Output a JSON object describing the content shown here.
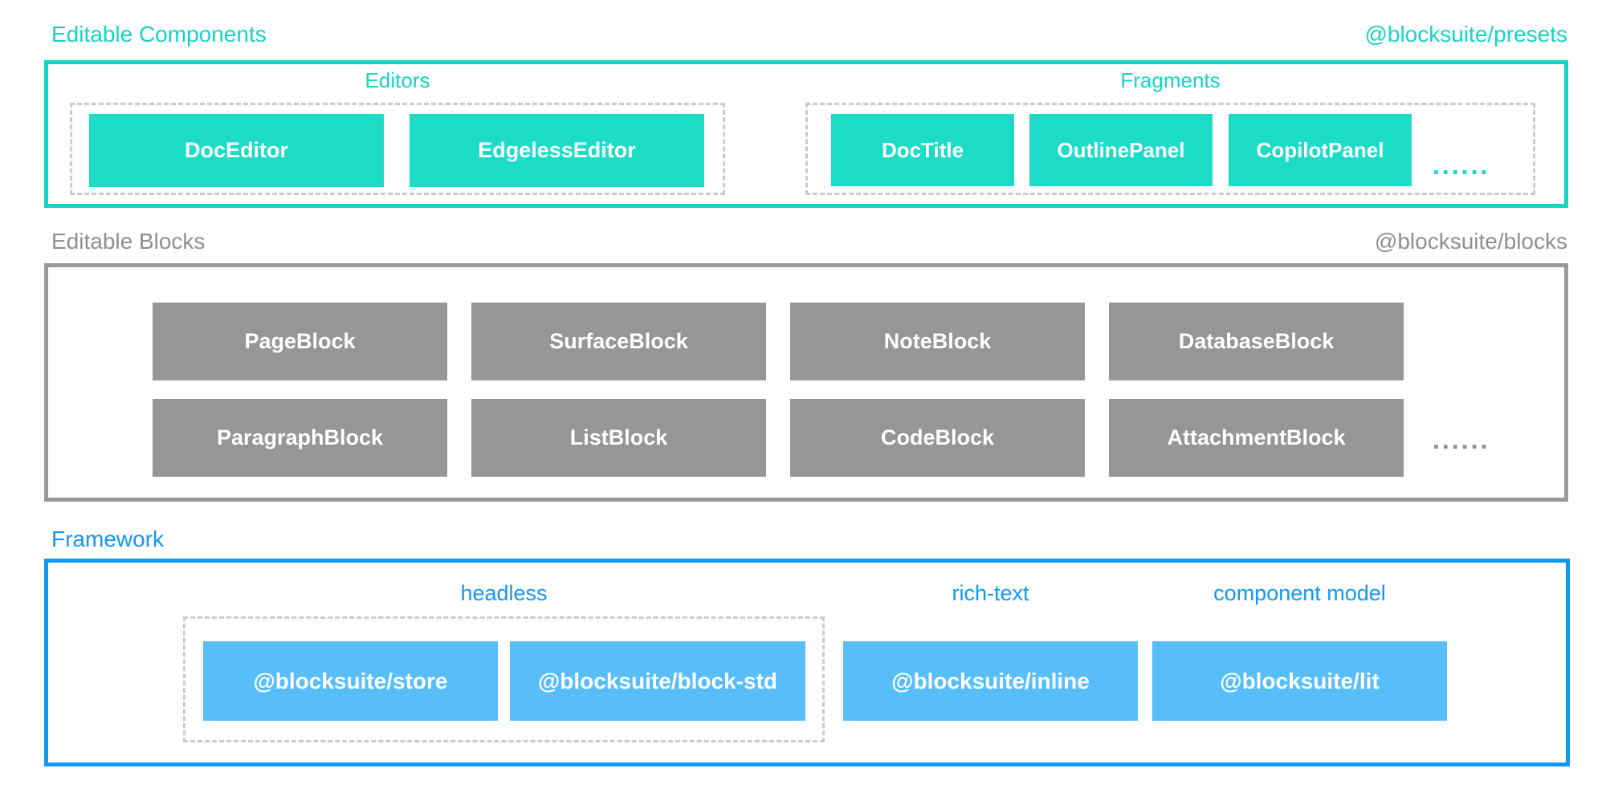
{
  "diagram": {
    "components": {
      "title": "Editable Components",
      "package": "@blocksuite/presets",
      "editors": {
        "label": "Editors",
        "items": [
          "DocEditor",
          "EdgelessEditor"
        ]
      },
      "fragments": {
        "label": "Fragments",
        "items": [
          "DocTitle",
          "OutlinePanel",
          "CopilotPanel"
        ],
        "ellipsis": "......"
      }
    },
    "blocks": {
      "title": "Editable Blocks",
      "package": "@blocksuite/blocks",
      "row1": [
        "PageBlock",
        "SurfaceBlock",
        "NoteBlock",
        "DatabaseBlock"
      ],
      "row2": [
        "ParagraphBlock",
        "ListBlock",
        "CodeBlock",
        "AttachmentBlock"
      ],
      "ellipsis": "......"
    },
    "framework": {
      "title": "Framework",
      "headless": {
        "label": "headless",
        "items": [
          "@blocksuite/store",
          "@blocksuite/block-std"
        ]
      },
      "rich_text": {
        "label": "rich-text",
        "items": [
          "@blocksuite/inline"
        ]
      },
      "component_model": {
        "label": "component model",
        "items": [
          "@blocksuite/lit"
        ]
      }
    },
    "colors": {
      "teal": "#12D5C4",
      "teal_fill": "#1CDCC8",
      "gray_text": "#8F8F8F",
      "gray_fill": "#969696",
      "gray_border": "#9A9A9A",
      "blue": "#1297F5",
      "blue_fill": "#58BEFA",
      "dashed_border": "#CBCBCB",
      "block_text": "#FFFFFF"
    }
  }
}
